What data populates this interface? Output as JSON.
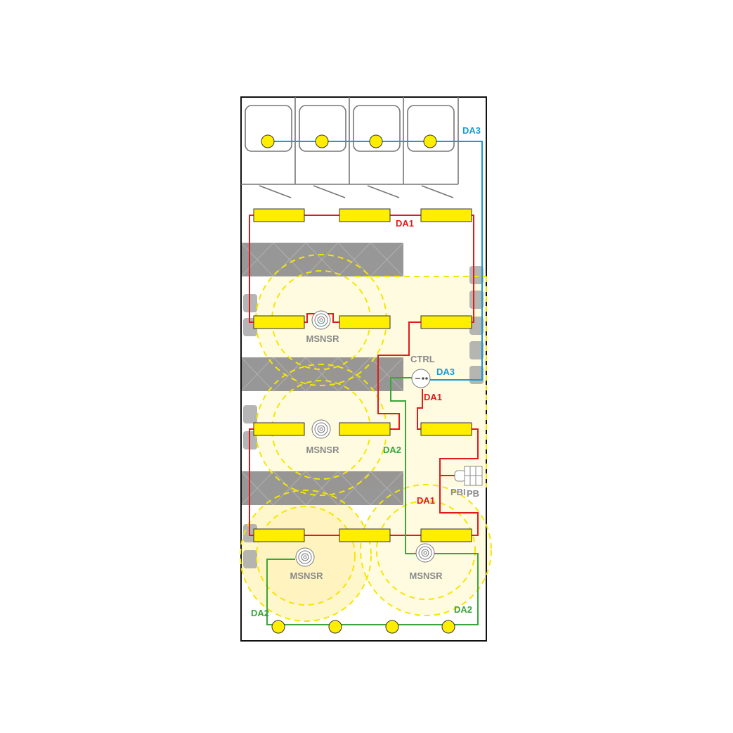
{
  "colors": {
    "da1": "#e01b1b",
    "da2": "#3aa53a",
    "da3": "#1a9ad6",
    "fixture": "#ffee00",
    "label_gray": "#8a8a8a",
    "glow": "#fffbe0",
    "dash": "#f5e600",
    "shelf": "#888888"
  },
  "labels": {
    "da1_top": "DA1",
    "da1_ctrl": "DA1",
    "da1_pb": "DA1",
    "da2_mid": "DA2",
    "da2_left": "DA2",
    "da2_right": "DA2",
    "da3_top": "DA3",
    "da3_ctrl": "DA3",
    "ctrl": "CTRL",
    "pbi": "PBI",
    "pb": "PB",
    "sensor1": "MSNSR",
    "sensor2": "MSNSR",
    "sensor3": "MSNSR",
    "sensor4": "MSNSR"
  },
  "icons": {
    "sensor": "occupancy-sensor-icon",
    "controller": "controller-icon",
    "pushbutton": "push-button-icon",
    "downlight": "downlight-icon"
  }
}
